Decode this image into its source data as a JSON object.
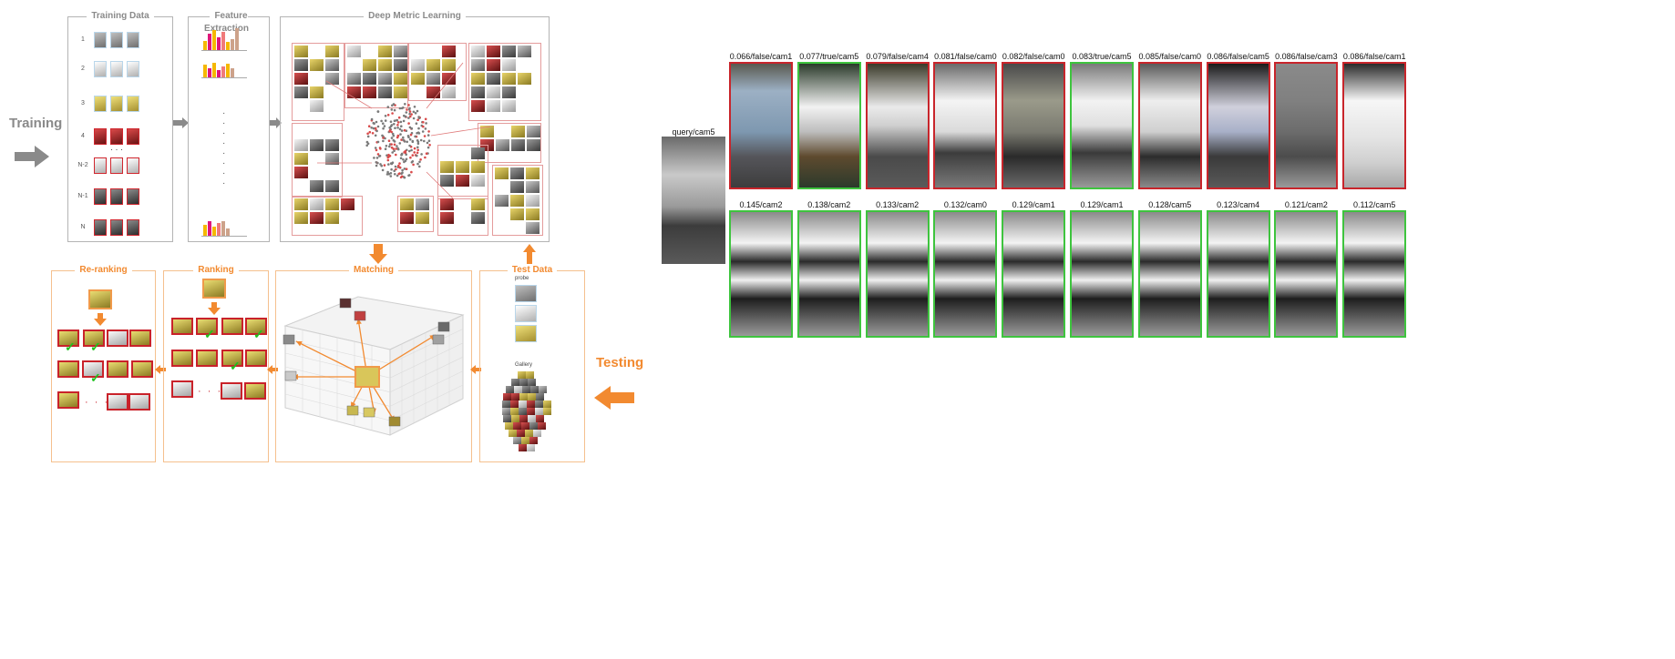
{
  "left_diagram": {
    "training_label": "Training",
    "testing_label": "Testing",
    "panels": {
      "training_data": "Training Data",
      "feature_extraction": "Feature Extraction",
      "deep_metric_learning": "Deep Metric Learning",
      "re_ranking": "Re-ranking",
      "ranking": "Ranking",
      "matching": "Matching",
      "test_data": "Test Data"
    },
    "training_rows": [
      "1",
      "2",
      "3",
      "4",
      "N-2",
      "N-1",
      "N"
    ],
    "test_probe_label": "probe",
    "test_gallery_label": "Gallery",
    "ellipsis": "· · ·"
  },
  "right_grid": {
    "query_label": "query/cam5",
    "top_row": [
      {
        "label": "0.066/false/cam1",
        "match": false
      },
      {
        "label": "0.077/true/cam5",
        "match": true
      },
      {
        "label": "0.079/false/cam4",
        "match": false
      },
      {
        "label": "0.081/false/cam0",
        "match": false
      },
      {
        "label": "0.082/false/cam0",
        "match": false
      },
      {
        "label": "0.083/true/cam5",
        "match": true
      },
      {
        "label": "0.085/false/cam0",
        "match": false
      },
      {
        "label": "0.086/false/cam5",
        "match": false
      },
      {
        "label": "0.086/false/cam3",
        "match": false
      },
      {
        "label": "0.086/false/cam1",
        "match": false
      }
    ],
    "bottom_row": [
      {
        "label": "0.145/cam2",
        "match": true
      },
      {
        "label": "0.138/cam2",
        "match": true
      },
      {
        "label": "0.133/cam2",
        "match": true
      },
      {
        "label": "0.132/cam0",
        "match": true
      },
      {
        "label": "0.129/cam1",
        "match": true
      },
      {
        "label": "0.129/cam1",
        "match": true
      },
      {
        "label": "0.128/cam5",
        "match": true
      },
      {
        "label": "0.123/cam4",
        "match": true
      },
      {
        "label": "0.121/cam2",
        "match": true
      },
      {
        "label": "0.112/cam5",
        "match": true
      }
    ]
  },
  "colors": {
    "match_border": "#3ec43e",
    "nonmatch_border": "#c8252b",
    "training_accent": "#8a8a8a",
    "testing_accent": "#f28a30"
  }
}
